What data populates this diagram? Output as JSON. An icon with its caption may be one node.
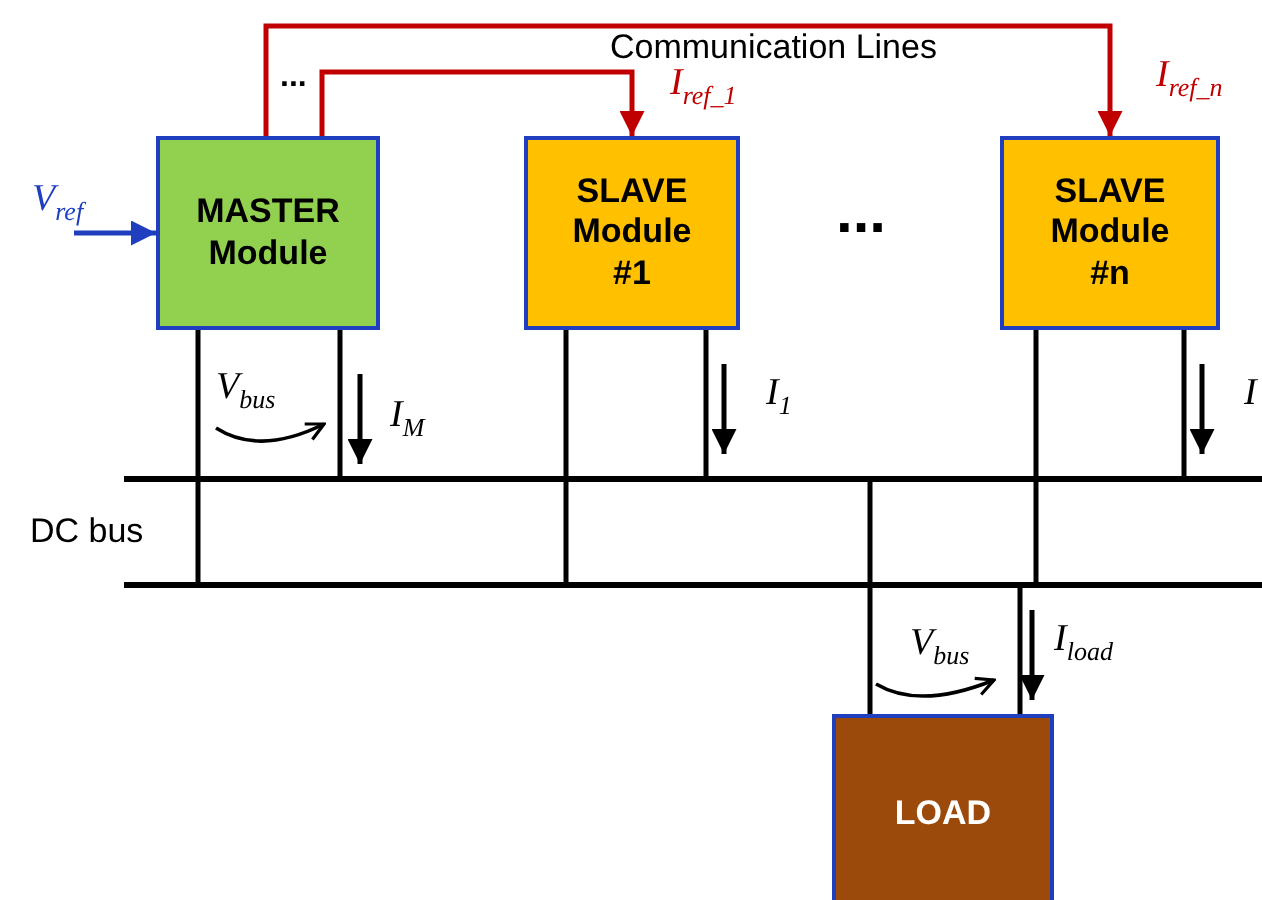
{
  "diagram": {
    "nodes": [
      {
        "text": [
          "MASTER Module"
        ]
      },
      {
        "text": [
          "SLAVE Module #1"
        ]
      },
      {
        "text": [
          "SLAVE Module #n"
        ]
      },
      {
        "text": [
          "LOAD"
        ]
      },
      {
        "text": [],
        "shape": "bar"
      },
      {
        "text": [],
        "shape": "bar"
      }
    ],
    "edges": [
      {
        "from": 0,
        "to": 1,
        "arrow": "to",
        "label": "I$_{ref_1}$",
        "color": "#c00000"
      },
      {
        "from": 0,
        "to": 2,
        "arrow": "to",
        "label": "I$_{ref_n}$",
        "color": "#c00000"
      },
      {
        "from": null,
        "to": 0,
        "arrow": "to",
        "label": "V$_{ref}$",
        "color": "#1f3fbf"
      },
      {
        "from": 0,
        "to": 5,
        "arrow": "none"
      },
      {
        "from": 0,
        "to": 4,
        "arrow": "none"
      },
      {
        "from": 1,
        "to": 5,
        "arrow": "none"
      },
      {
        "from": 1,
        "to": 4,
        "arrow": "none"
      },
      {
        "from": 2,
        "to": 5,
        "arrow": "none"
      },
      {
        "from": 2,
        "to": 4,
        "arrow": "none"
      },
      {
        "from": 4,
        "to": 3,
        "arrow": "none"
      },
      {
        "from": 5,
        "to": 3,
        "arrow": "none"
      }
    ],
    "labels": [
      "Communication Lines",
      "...",
      "...",
      "DC bus",
      "V$_{bus}$",
      "I$_{M}$",
      "I$_{1}$",
      "I",
      "V$_{bus}$",
      "I$_{load}$"
    ]
  }
}
